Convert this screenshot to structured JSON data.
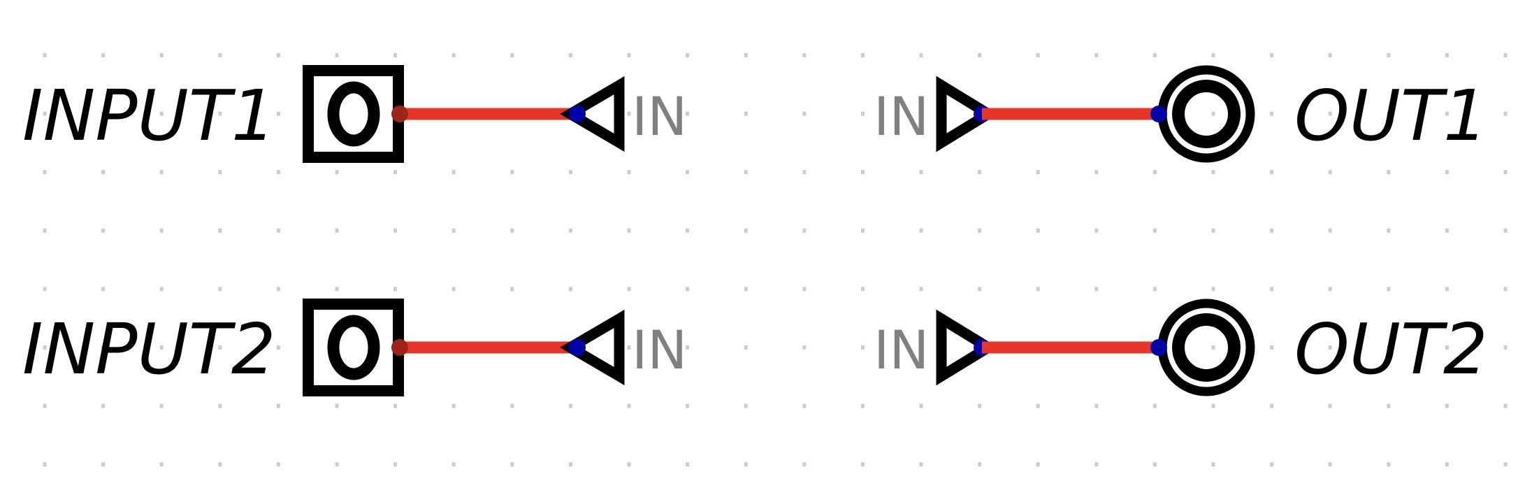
{
  "colors": {
    "wire": "#e8352a",
    "source_dot": "#a0231a",
    "pin_dot": "#0000aa",
    "pin_label": "#808080",
    "grid_dot": "#cccccc"
  },
  "inputs": [
    {
      "name": "INPUT1",
      "pin_label": "IN"
    },
    {
      "name": "INPUT2",
      "pin_label": "IN"
    }
  ],
  "outputs": [
    {
      "name": "OUT1",
      "pin_label": "IN"
    },
    {
      "name": "OUT2",
      "pin_label": "IN"
    }
  ]
}
